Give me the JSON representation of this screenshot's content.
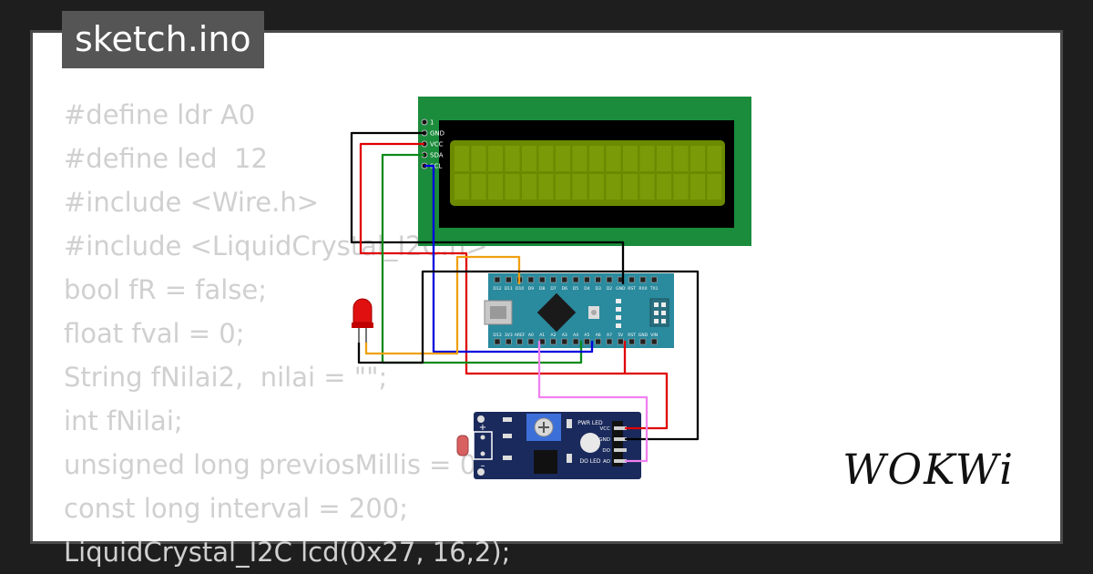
{
  "title": "sketch.ino",
  "code_lines": [
    "#define ldr A0",
    "#define led  12",
    "#include <Wire.h>",
    "#include <LiquidCrystal_I2C.h>",
    "bool fR = false;",
    "float fval = 0;",
    "String fNilai2,  nilai = \"\";",
    "int fNilai;",
    "unsigned long previosMillis = 0;",
    "const long interval = 200;",
    "LiquidCrystal_I2C lcd(0x27, 16,2);"
  ],
  "brand": "WOKWi",
  "lcd": {
    "pins": [
      "1",
      "GND",
      "VCC",
      "SDA",
      "SCL"
    ]
  },
  "nano": {
    "top_pins": [
      "D12",
      "D11",
      "D10",
      "D9",
      "D8",
      "D7",
      "D6",
      "D5",
      "D4",
      "D3",
      "D2",
      "GND",
      "RST",
      "RX0",
      "TX1"
    ],
    "bottom_pins": [
      "D13",
      "3V3",
      "AREF",
      "A0",
      "A1",
      "A2",
      "A3",
      "A4",
      "A5",
      "A6",
      "A7",
      "5V",
      "RST",
      "GND",
      "VIN"
    ]
  },
  "ldr_module": {
    "pins": [
      "VCC",
      "GND",
      "DO",
      "AO"
    ],
    "pwr_led_label": "PWR LED",
    "do_led_label": "DO LED"
  },
  "colors": {
    "pcb_green": "#1a8c3b",
    "lcd_screen": "#6b8a00",
    "nano_teal": "#2a8a9e",
    "module_blue": "#1a2a5c",
    "wire_black": "#000000",
    "wire_red": "#e00000",
    "wire_green": "#0a8a1a",
    "wire_blue": "#0000dd",
    "wire_orange": "#f0a010",
    "wire_pink": "#f080f0"
  }
}
